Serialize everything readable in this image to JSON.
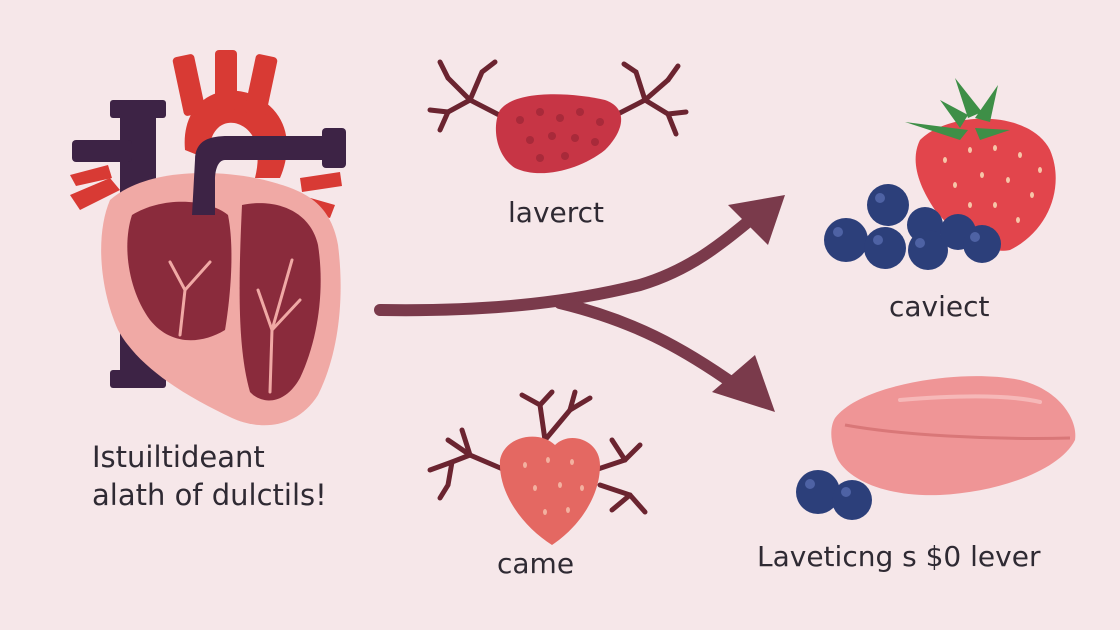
{
  "diagram": {
    "heart_caption": {
      "line1": "Istuiltideant",
      "line2": "alath of dulctils!"
    },
    "labels": {
      "liver": "laverct",
      "berries": "caviect",
      "center": "came",
      "bottom": "Laveticng s $0 lever"
    },
    "colors": {
      "background": "#f6e7e9",
      "arrow": "#7a3a4b",
      "heart_outer": "#f0a9a5",
      "heart_inner": "#8a2b3c",
      "vessel_red": "#d83a34",
      "vessel_dark": "#3d2345",
      "blueberry": "#2c3f7a",
      "strawberry": "#e2454c"
    }
  }
}
